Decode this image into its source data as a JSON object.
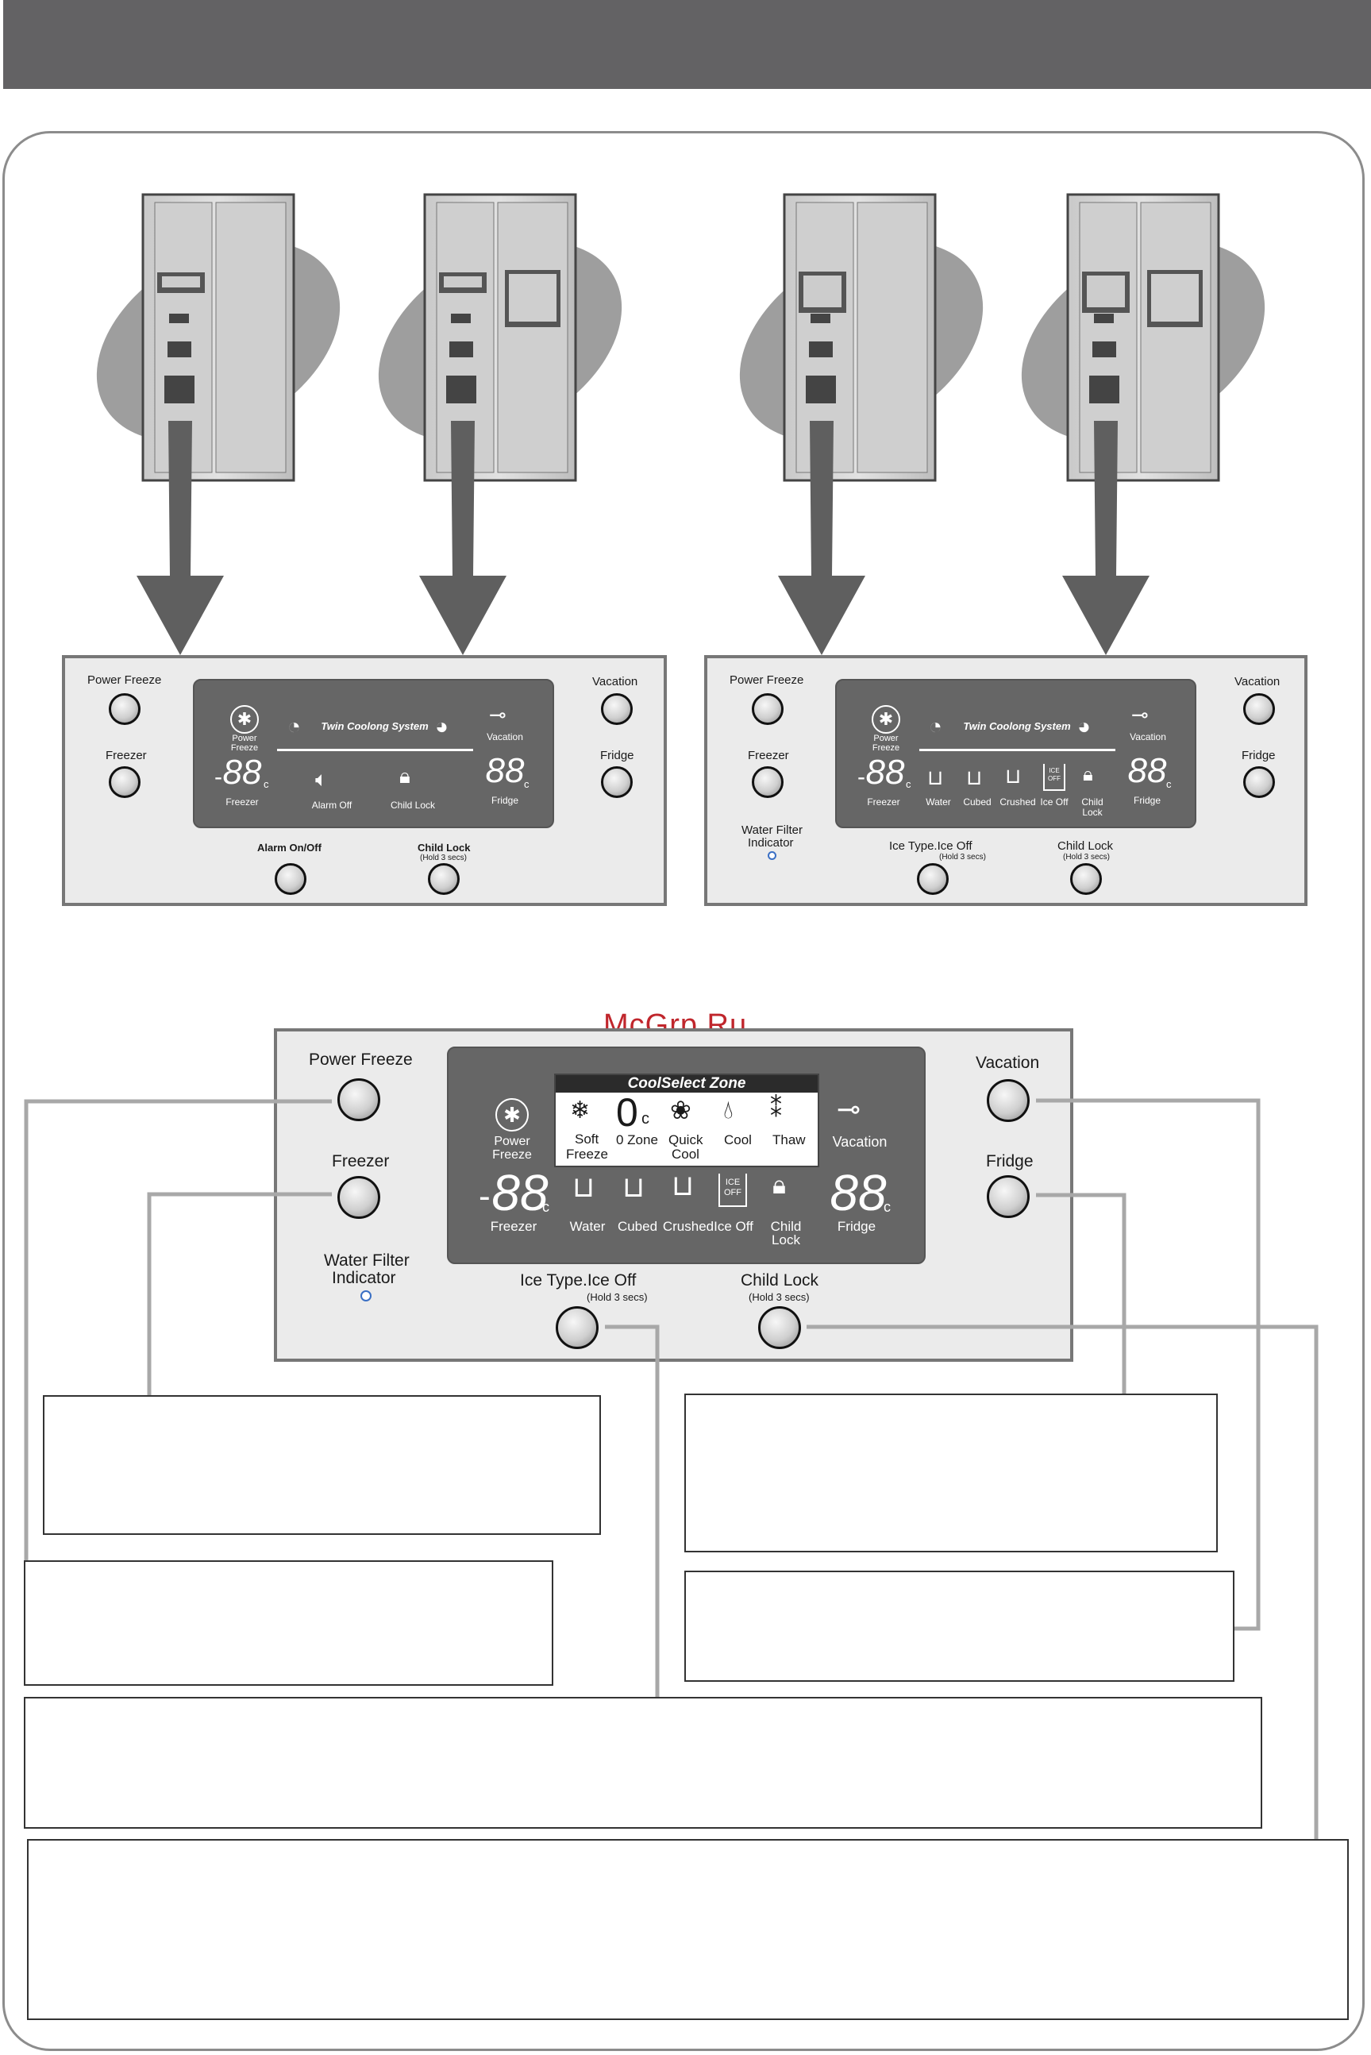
{
  "watermark": "McGrp.Ru",
  "panel_a": {
    "power_freeze": "Power Freeze",
    "freezer": "Freezer",
    "vacation": "Vacation",
    "fridge": "Fridge",
    "alarm_onoff": "Alarm On/Off",
    "child_lock": "Child Lock",
    "hold": "(Hold 3 secs)",
    "lcd": {
      "power_freeze_1": "Power",
      "power_freeze_2": "Freeze",
      "system": "Twin Coolong System",
      "vacation": "Vacation",
      "digits": "88",
      "unit": "c",
      "freezer": "Freezer",
      "alarm_off": "Alarm Off",
      "child_lock": "Child Lock",
      "fridge": "Fridge"
    }
  },
  "panel_b": {
    "power_freeze": "Power Freeze",
    "freezer": "Freezer",
    "vacation": "Vacation",
    "fridge": "Fridge",
    "water_filter_1": "Water Filter",
    "water_filter_2": "Indicator",
    "ice_type": "Ice Type.Ice Off",
    "child_lock": "Child Lock",
    "hold": "(Hold 3 secs)",
    "lcd": {
      "power_freeze_1": "Power",
      "power_freeze_2": "Freeze",
      "system": "Twin Coolong System",
      "vacation": "Vacation",
      "digits": "88",
      "unit": "c",
      "freezer": "Freezer",
      "water": "Water",
      "cubed": "Cubed",
      "crushed": "Crushed",
      "ice_off": "Ice Off",
      "ice_badge_1": "ICE",
      "ice_badge_2": "OFF",
      "child_1": "Child",
      "child_2": "Lock",
      "fridge": "Fridge"
    }
  },
  "panel_c": {
    "power_freeze": "Power Freeze",
    "freezer": "Freezer",
    "vacation": "Vacation",
    "fridge": "Fridge",
    "water_filter_1": "Water Filter",
    "water_filter_2": "Indicator",
    "ice_type": "Ice Type.Ice Off",
    "child_lock": "Child Lock",
    "hold": "(Hold 3 secs)",
    "lcd": {
      "zone_title": "CoolSelect Zone",
      "soft_1": "Soft",
      "soft_2": "Freeze",
      "zero": "0",
      "zero_zone": "0 Zone",
      "quick_1": "Quick",
      "quick_2": "Cool",
      "cool": "Cool",
      "thaw": "Thaw",
      "power_freeze_1": "Power",
      "power_freeze_2": "Freeze",
      "vacation": "Vacation",
      "digits": "88",
      "unit": "c",
      "freezer": "Freezer",
      "water": "Water",
      "cubed": "Cubed",
      "crushed": "Crushed",
      "ice_off": "Ice Off",
      "ice_badge_1": "ICE",
      "ice_badge_2": "OFF",
      "child_1": "Child",
      "child_2": "Lock",
      "fridge": "Fridge"
    }
  }
}
